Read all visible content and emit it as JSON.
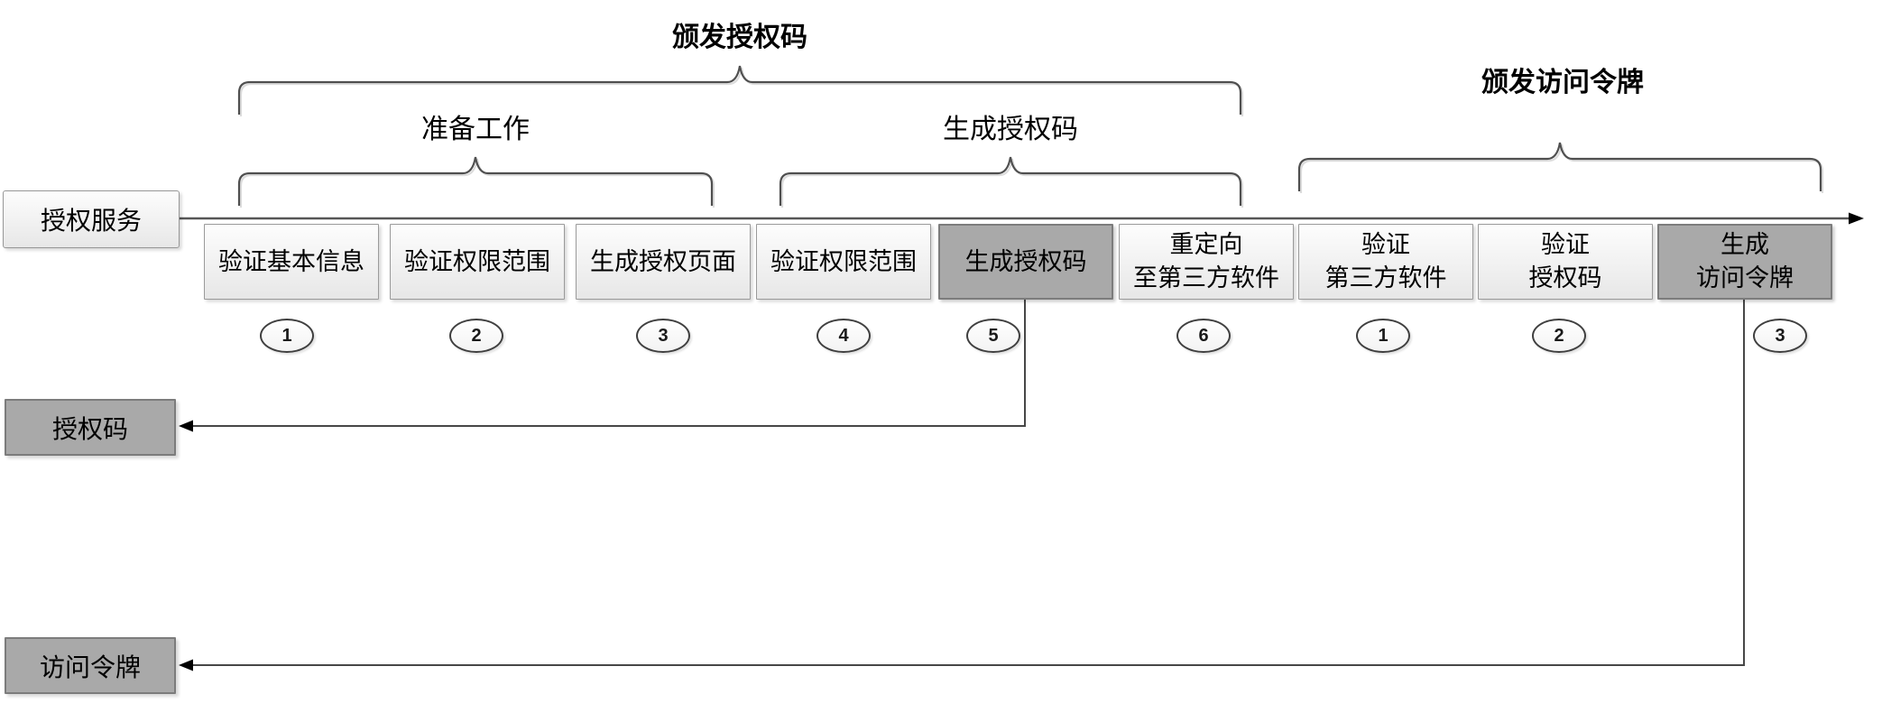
{
  "phases": {
    "issue_auth_code": "颁发授权码",
    "preparation": "准备工作",
    "generate_auth_code": "生成授权码",
    "issue_access_token": "颁发访问令牌"
  },
  "lane": {
    "label": "授权服务"
  },
  "steps": [
    {
      "label": "验证基本信息",
      "num": "1",
      "highlight": false
    },
    {
      "label": "验证权限范围",
      "num": "2",
      "highlight": false
    },
    {
      "label": "生成授权页面",
      "num": "3",
      "highlight": false
    },
    {
      "label": "验证权限范围",
      "num": "4",
      "highlight": false
    },
    {
      "label": "生成授权码",
      "num": "5",
      "highlight": true
    },
    {
      "label": "重定向\n至第三方软件",
      "num": "6",
      "highlight": false
    },
    {
      "label": "验证\n第三方软件",
      "num": "1",
      "highlight": false
    },
    {
      "label": "验证\n授权码",
      "num": "2",
      "highlight": false
    },
    {
      "label": "生成\n访问令牌",
      "num": "3",
      "highlight": true
    }
  ],
  "outputs": [
    {
      "label": "授权码"
    },
    {
      "label": "访问令牌"
    }
  ]
}
